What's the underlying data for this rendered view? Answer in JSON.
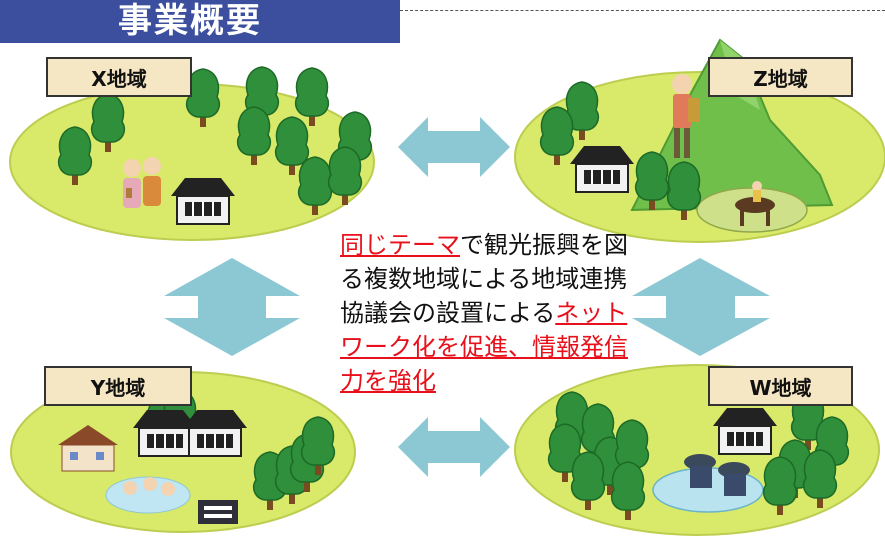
{
  "title": "事業概要",
  "regions": {
    "x": "X地域",
    "z": "Z地域",
    "y": "Y地域",
    "w": "W地域"
  },
  "center": {
    "part1_red": "同じテーマ",
    "part2": "で観光振興を図る複数地域による地域連携協議会の設置による",
    "part3_red": "ネットワーク化を促進、情報発信力を強化"
  },
  "colors": {
    "title_bar": "#3b4f9e",
    "label_bg": "#f6e7c4",
    "island": "#d9e96a",
    "arrow": "#8cc8d3",
    "tree": "#2f8f3a",
    "emphasis": "#e8101a"
  }
}
